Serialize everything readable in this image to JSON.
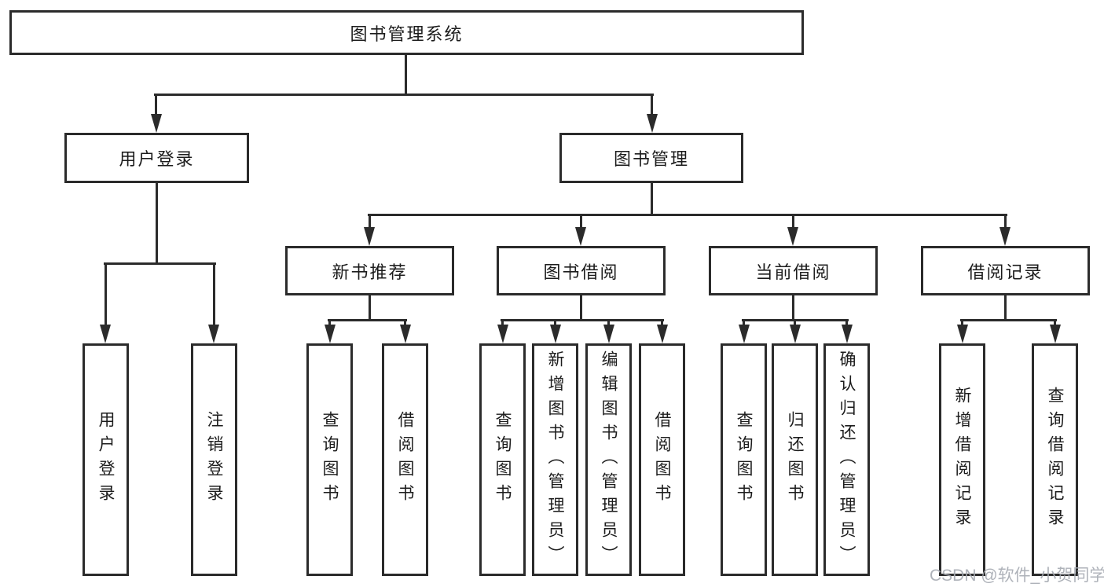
{
  "diagram": {
    "root": {
      "label": "图书管理系统"
    },
    "level2": [
      {
        "id": "user-login",
        "label": "用户登录"
      },
      {
        "id": "book-management",
        "label": "图书管理"
      }
    ],
    "level3": [
      {
        "id": "new-book-recommend",
        "label": "新书推荐"
      },
      {
        "id": "book-borrow",
        "label": "图书借阅"
      },
      {
        "id": "current-borrow",
        "label": "当前借阅"
      },
      {
        "id": "borrow-records",
        "label": "借阅记录"
      }
    ],
    "leaves": {
      "user_login": [
        "用户登录",
        "注销登录"
      ],
      "new_book_recommend": [
        "查询图书",
        "借阅图书"
      ],
      "book_borrow": [
        "查询图书",
        "新增图书（管理员）",
        "编辑图书（管理员）",
        "借阅图书"
      ],
      "current_borrow": [
        "查询图书",
        "归还图书",
        "确认归还（管理员）"
      ],
      "borrow_records": [
        "新增借阅记录",
        "查询借阅记录"
      ]
    }
  },
  "watermark": {
    "text": "CSDN @软件_小贺同学",
    "color": "#a6aab2"
  },
  "colors": {
    "line": "#2b2b2b",
    "border": "#2b2b2b",
    "background": "#ffffff",
    "text": "#1c1c1c"
  }
}
